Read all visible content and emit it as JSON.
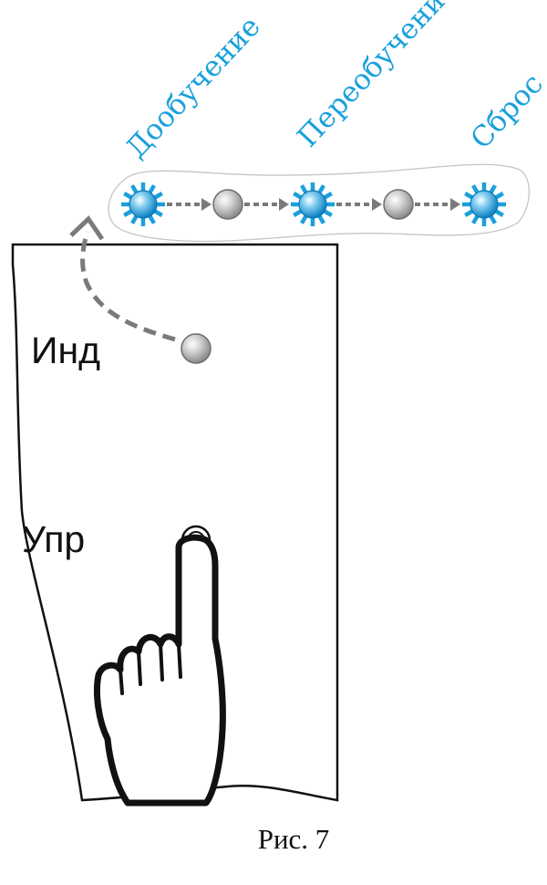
{
  "modes": [
    {
      "label": "Дообучение"
    },
    {
      "label": "Переобучение"
    },
    {
      "label": "Сброс"
    }
  ],
  "sequence": [
    "blink",
    "off",
    "blink",
    "off",
    "blink"
  ],
  "panel": {
    "indicator_label": "Инд",
    "button_label": "Упр"
  },
  "caption": "Рис. 7",
  "colors": {
    "accent": "#1aa0dc",
    "arrow": "#7a7a7a",
    "outline": "#111111",
    "led_off": "#b9b9b9"
  },
  "icons": {
    "blink": "blinking-led-icon",
    "off": "led-off-icon",
    "hand": "pointing-hand-icon"
  }
}
